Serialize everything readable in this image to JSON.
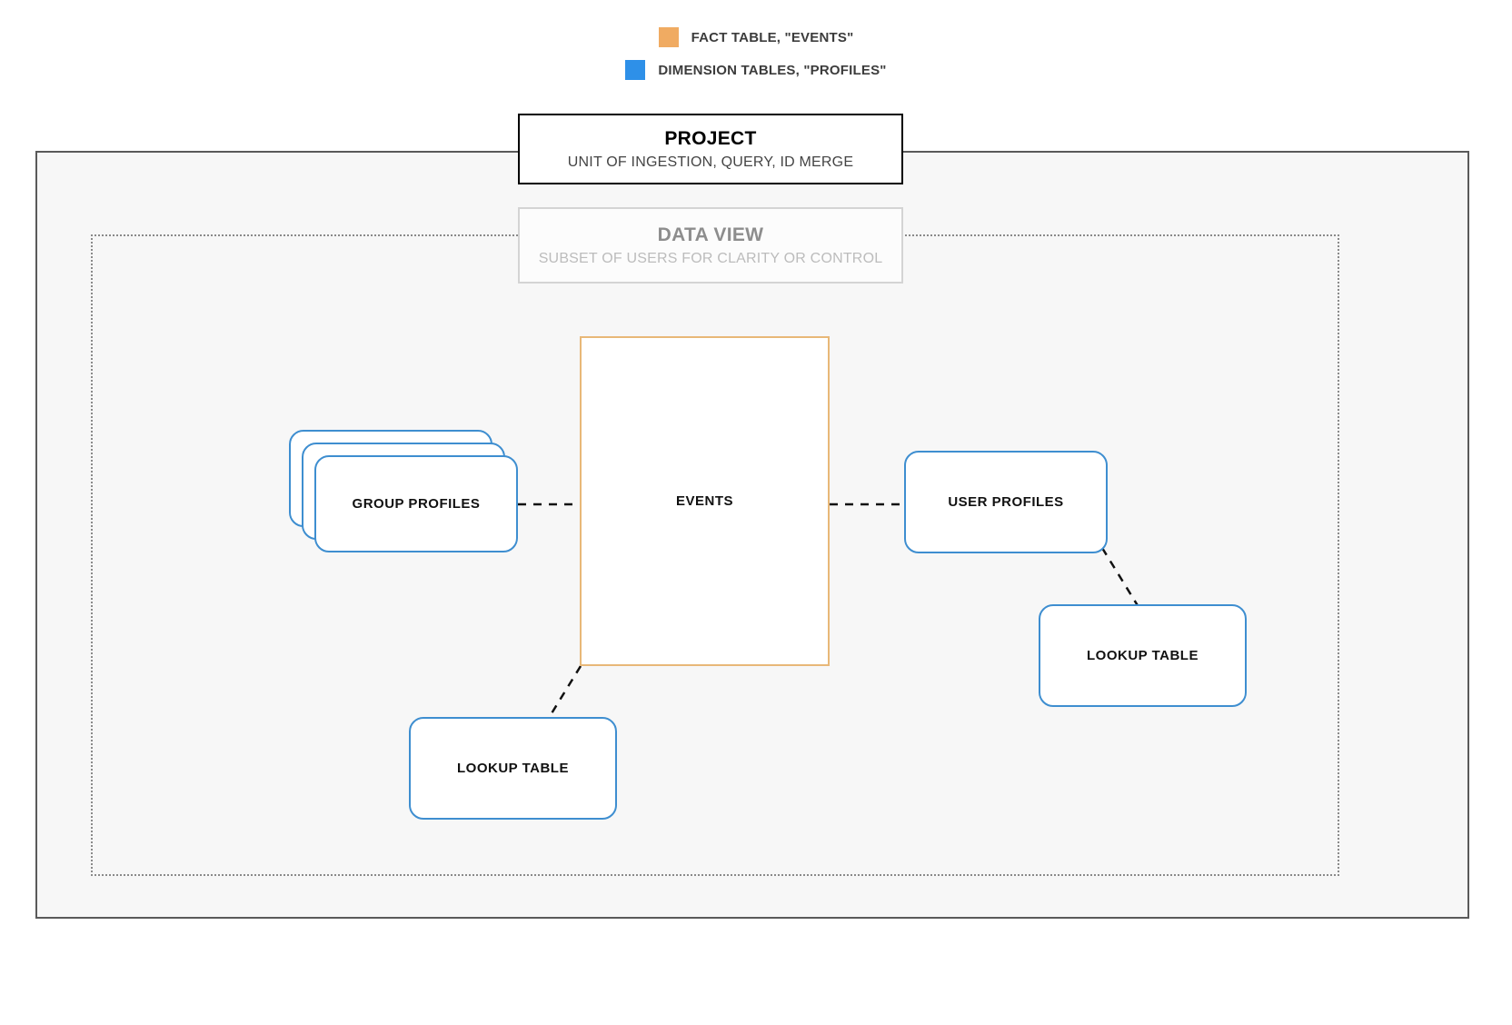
{
  "legend": {
    "items": [
      {
        "label": "FACT TABLE, \"EVENTS\"",
        "color": "#f0ab62",
        "icon": "square-swatch-icon"
      },
      {
        "label": "DIMENSION TABLES, \"PROFILES\"",
        "color": "#2e90e8",
        "icon": "square-swatch-icon"
      }
    ]
  },
  "project": {
    "title": "PROJECT",
    "subtitle": "UNIT OF INGESTION, QUERY, ID MERGE",
    "border_color": "#000000"
  },
  "data_view": {
    "title": "DATA VIEW",
    "subtitle": "SUBSET OF USERS FOR CLARITY OR CONTROL",
    "border_color": "#d4d4d4"
  },
  "nodes": {
    "events": {
      "label": "EVENTS",
      "type": "fact-table",
      "color": "#e8b878"
    },
    "group_profiles": {
      "label": "GROUP PROFILES",
      "type": "dimension-table-stack",
      "color": "#3e8ed0",
      "stack_count": 3
    },
    "user_profiles": {
      "label": "USER PROFILES",
      "type": "dimension-table",
      "color": "#3e8ed0"
    },
    "lookup_right": {
      "label": "LOOKUP TABLE",
      "type": "dimension-table",
      "color": "#3e8ed0"
    },
    "lookup_left": {
      "label": "LOOKUP TABLE",
      "type": "dimension-table",
      "color": "#3e8ed0"
    }
  },
  "connectors": [
    {
      "name": "group-profiles-to-events",
      "style": "dashed",
      "color": "#111111"
    },
    {
      "name": "events-to-user-profiles",
      "style": "dashed",
      "color": "#111111"
    },
    {
      "name": "user-profiles-to-lookup-right",
      "style": "dashed",
      "color": "#111111"
    },
    {
      "name": "events-to-lookup-left",
      "style": "dashed",
      "color": "#111111"
    }
  ],
  "canvas": {
    "background": "#ffffff",
    "project_fill": "#f7f7f7"
  }
}
